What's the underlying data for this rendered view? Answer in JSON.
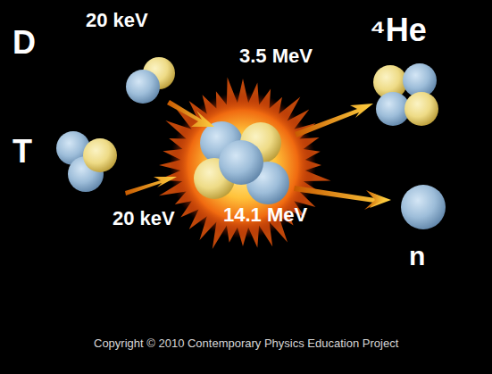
{
  "diagram": {
    "labels": [
      "D",
      "20 keV",
      "T",
      "20 keV",
      "3.5 MeV",
      "⁴He",
      "14.1 MeV",
      "n",
      "Copyright © 2010 Contemporary Physics Education Project"
    ]
  }
}
